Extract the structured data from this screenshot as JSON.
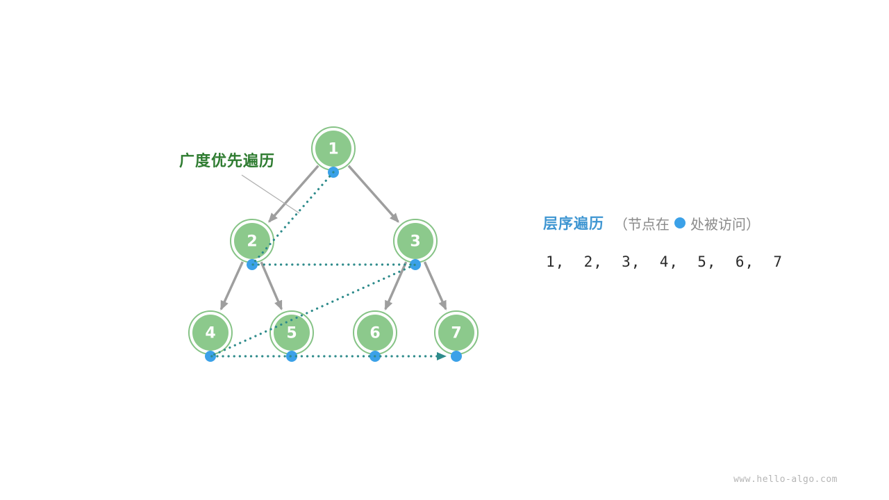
{
  "diagram": {
    "bfs_label": "广度优先遍历",
    "legend": {
      "title": "层序遍历",
      "note_prefix": "（节点在",
      "note_suffix": "处被访问）",
      "sequence": "1,  2,  3,  4,  5,  6,  7"
    },
    "watermark": "www.hello-algo.com",
    "tree": {
      "nodes": [
        {
          "id": "1",
          "label": "1"
        },
        {
          "id": "2",
          "label": "2"
        },
        {
          "id": "3",
          "label": "3"
        },
        {
          "id": "4",
          "label": "4"
        },
        {
          "id": "5",
          "label": "5"
        },
        {
          "id": "6",
          "label": "6"
        },
        {
          "id": "7",
          "label": "7"
        }
      ],
      "edges": [
        [
          "1",
          "2"
        ],
        [
          "1",
          "3"
        ],
        [
          "2",
          "4"
        ],
        [
          "2",
          "5"
        ],
        [
          "3",
          "6"
        ],
        [
          "3",
          "7"
        ]
      ],
      "traversal_order": [
        "1",
        "2",
        "3",
        "4",
        "5",
        "6",
        "7"
      ]
    },
    "colors": {
      "node_fill": "#8cc98c",
      "node_ring": "#86c386",
      "node_text": "#ffffff",
      "edge": "#9e9e9e",
      "visit_dot": "#3ba1e8",
      "path": "#2e8b8b",
      "bfs_label": "#2f7c31",
      "legend_title": "#3f96d2",
      "pointer_line": "#b0b0b0"
    }
  }
}
